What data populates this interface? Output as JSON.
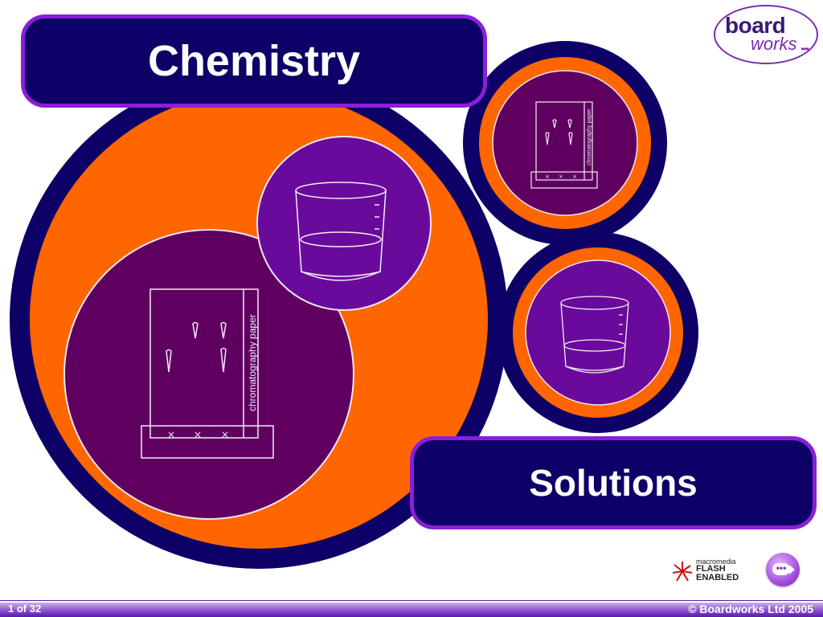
{
  "slide": {
    "title": "Chemistry",
    "subtitle": "Solutions"
  },
  "logo": {
    "line1": "board",
    "line2": "works",
    "dots": "•••"
  },
  "illustration": {
    "chromatography_label": "chromatography paper",
    "sample_marks": "×"
  },
  "flash_badge": {
    "line1": "macromedia",
    "line2": "FLASH",
    "line3": "ENABLED"
  },
  "nav": {
    "next_label": "•••"
  },
  "footer": {
    "page_counter": "1 of 32",
    "copyright": "© Boardworks Ltd 2005"
  },
  "colors": {
    "navy": "#0d0066",
    "orange": "#ff6600",
    "purple_dark": "#5f0060",
    "purple_bright": "#6a0a9c",
    "border_violet": "#8a1fd6"
  },
  "icons": [
    "chromatography-paper-icon",
    "beaker-icon",
    "next-arrow-icon",
    "flash-logo-icon"
  ]
}
